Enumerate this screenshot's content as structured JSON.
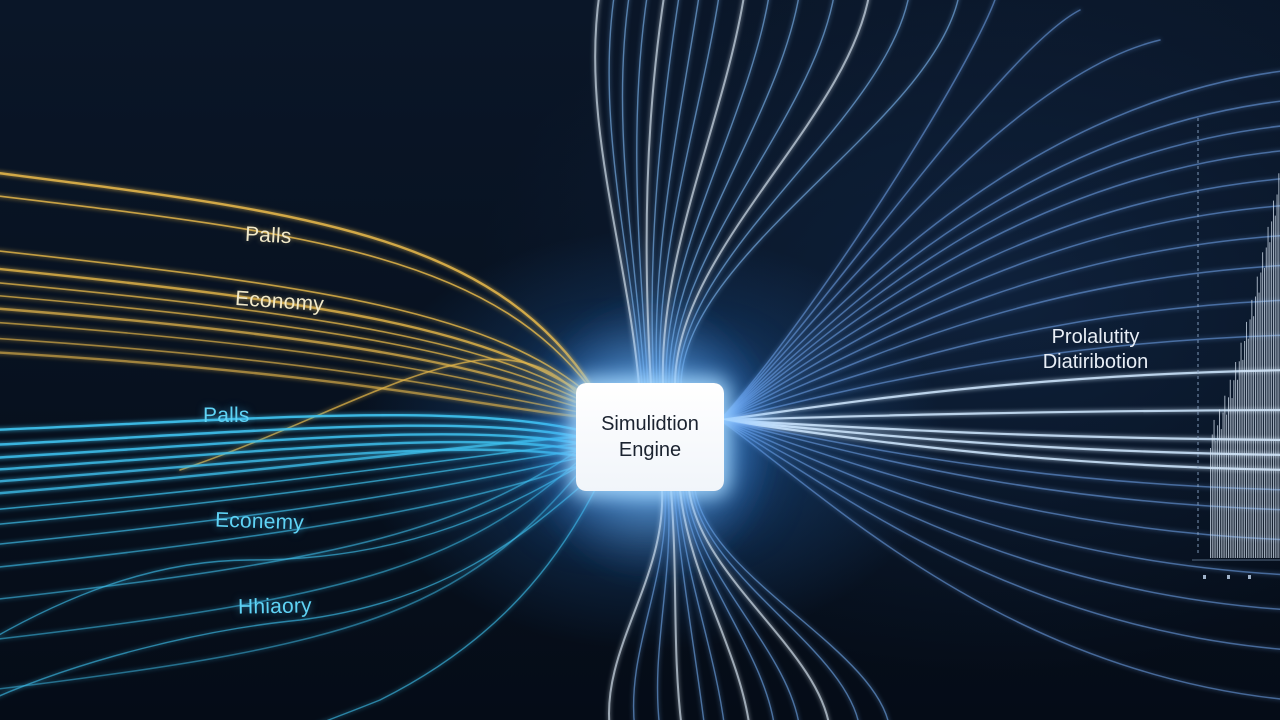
{
  "left_labels": [
    {
      "text": "Palls",
      "tone": "gold"
    },
    {
      "text": "Economy",
      "tone": "gold"
    },
    {
      "text": "Palls",
      "tone": "cyan"
    },
    {
      "text": "Econemy",
      "tone": "cyan"
    },
    {
      "text": "Hhiaory",
      "tone": "cyan"
    }
  ],
  "engine": {
    "line1": "Simulidtion",
    "line2": "Engine"
  },
  "distribution": {
    "line1": "Prolalutity",
    "line2": "Diatiribotion"
  },
  "colors": {
    "background": "#07111f",
    "gold_stream": "#e8b94a",
    "cyan_stream": "#3fc3f0",
    "blue_stream": "#6fa3ea",
    "engine_box": "#ffffff"
  }
}
